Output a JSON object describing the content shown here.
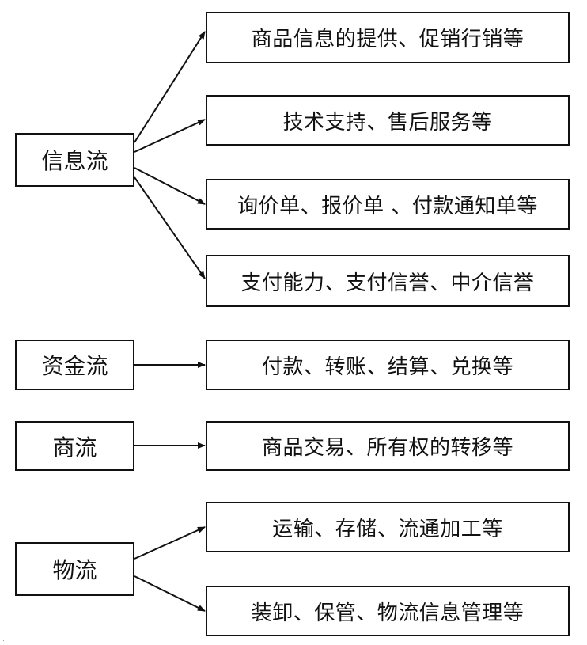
{
  "sources": {
    "info": "信息流",
    "capital": "资金流",
    "commerce": "商流",
    "logistics": "物流"
  },
  "targets": {
    "info_1": "商品信息的提供、促销行销等",
    "info_2": "技术支持、售后服务等",
    "info_3": "询价单、报价单 、付款通知单等",
    "info_4": "支付能力、支付信誉、中介信誉",
    "capital_1": "付款、转账、结算、兑换等",
    "commerce_1": "商品交易、所有权的转移等",
    "logistics_1": "运输、存储、流通加工等",
    "logistics_2": "装卸、保管、物流信息管理等"
  }
}
